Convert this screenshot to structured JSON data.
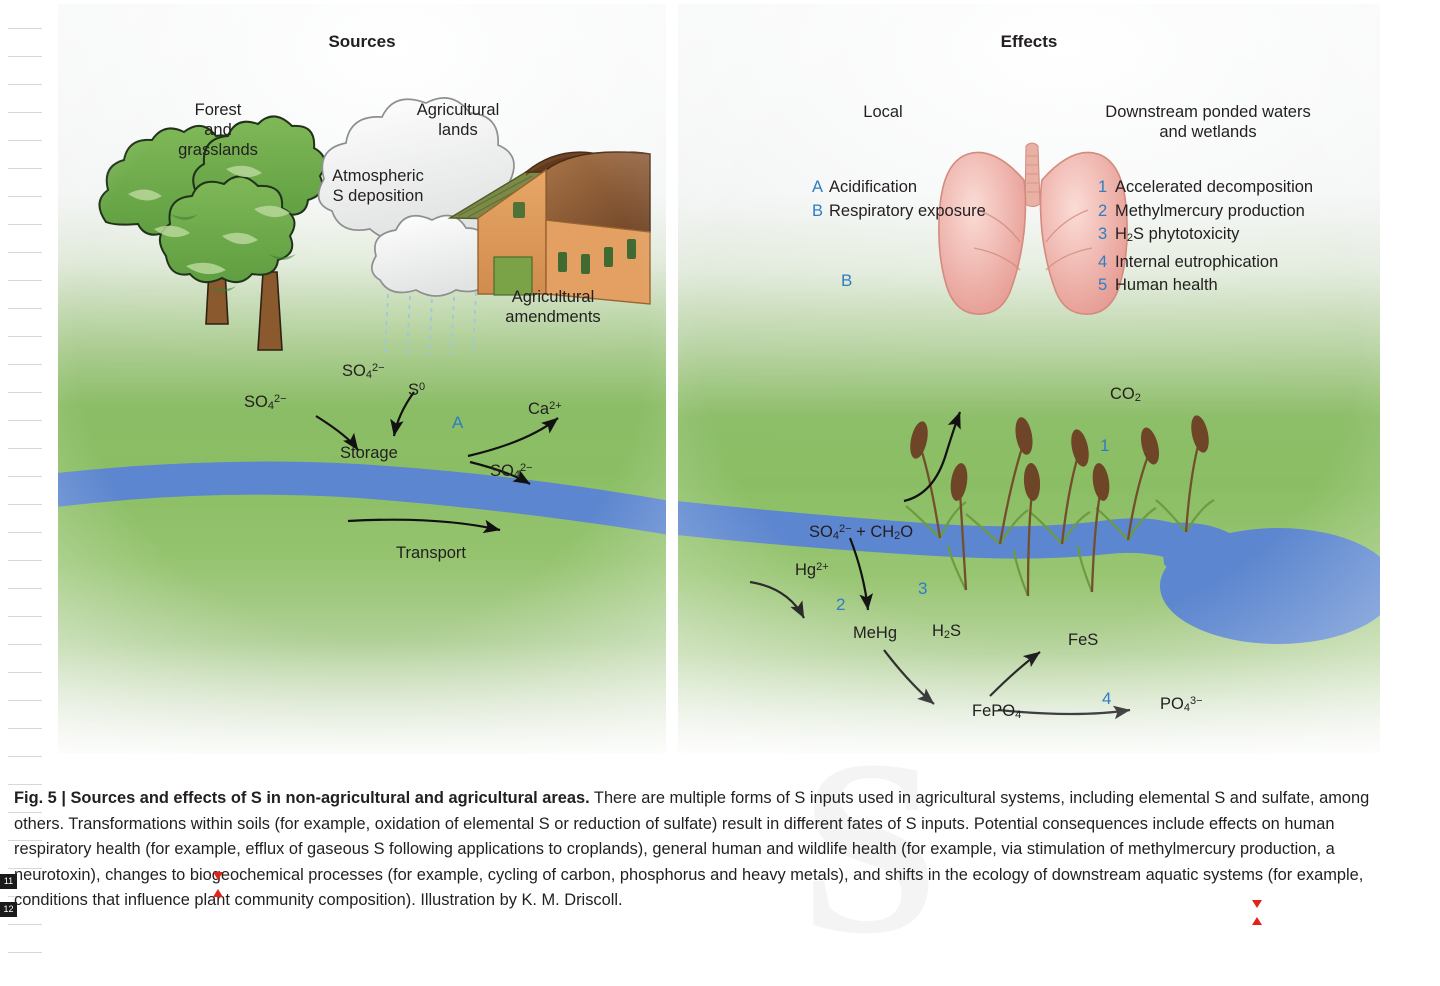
{
  "figure": {
    "panels": {
      "sources": {
        "title": "Sources",
        "labels": {
          "forest": "Forest\nand\ngrasslands",
          "agricultural_lands": "Agricultural\nlands",
          "atmospheric": "Atmospheric\nS deposition",
          "amendments": "Agricultural\namendments"
        },
        "chem": {
          "so4_left": "SO₄²⁻",
          "so4_top": "SO₄²⁻",
          "s0": "S⁰",
          "storage": "Storage",
          "ca2": "Ca²⁺",
          "so4_out": "SO₄²⁻",
          "transport": "Transport",
          "marker_a": "A"
        }
      },
      "effects": {
        "title": "Effects",
        "headers": {
          "local": "Local",
          "downstream": "Downstream ponded waters\nand wetlands"
        },
        "local_key": [
          {
            "id": "A",
            "label": "Acidification"
          },
          {
            "id": "B",
            "label": "Respiratory exposure"
          }
        ],
        "downstream_key": [
          {
            "id": "1",
            "label": "Accelerated decomposition"
          },
          {
            "id": "2",
            "label": "Methylmercury production"
          },
          {
            "id": "3",
            "label": "H₂S phytotoxicity"
          },
          {
            "id": "4",
            "label": "Internal eutrophication"
          },
          {
            "id": "5",
            "label": "Human health"
          }
        ],
        "lung_marker": "B",
        "chem": {
          "co2": "CO₂",
          "so4_ch2o": "SO₄²⁻ + CH₂O",
          "hg2": "Hg²⁺",
          "mehg": "MeHg",
          "h2s": "H₂S",
          "fes": "FeS",
          "fepo4": "FePO₄",
          "po4": "PO₄³⁻",
          "marker_1": "1",
          "marker_2": "2",
          "marker_3": "3",
          "marker_4": "4"
        }
      }
    },
    "colors": {
      "accent_blue": "#2f7dc2",
      "water": "#5c86cf",
      "land_green": "#8bbe64",
      "cattail_brown": "#7d4a29",
      "barn_wall": "#df9a5c",
      "barn_roof": "#8a5a33",
      "lung_pink": "#efa9a0",
      "tree_green": "#6faa4a"
    }
  },
  "caption": {
    "figure_number": "Fig. 5 | ",
    "bold_title": "Sources and effects of S in non-agricultural and agricultural areas.",
    "body": " There are multiple forms of S inputs used in agricultural systems, including elemental S and sulfate, among others. Transformations within soils (for example, oxidation of elemental S or reduction of sulfate) result in different fates of S inputs. Potential consequences include effects on human respiratory health (for example, efflux of gaseous S following applications to croplands), general human and wildlife health (for example, via stimulation of methylmercury production, a neurotoxin), changes to biogeochemical processes (for example, cycling of carbon, phosphorus and heavy metals), and shifts in the ecology of downstream aquatic systems (for example, conditions that influence plant community composition). Illustration by K. M. Driscoll."
  },
  "line_numbers": [
    "11",
    "12"
  ],
  "watermark": "S"
}
